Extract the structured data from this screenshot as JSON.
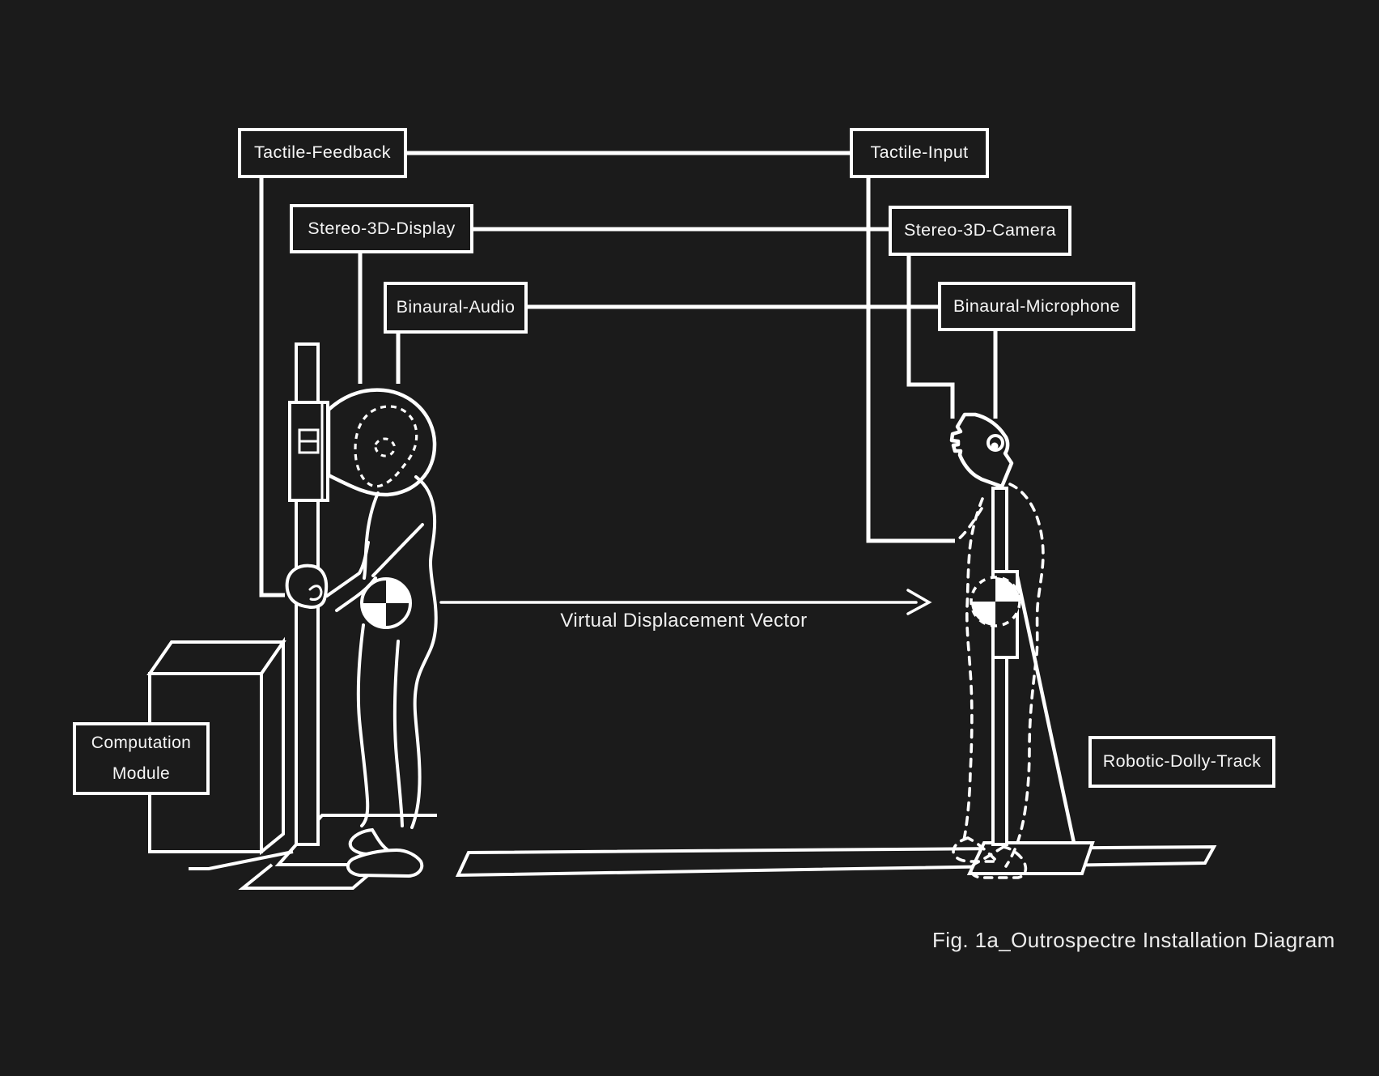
{
  "figure": {
    "caption": "Fig. 1a_Outrospectre Installation Diagram",
    "arrow_label": "Virtual Displacement Vector"
  },
  "labels": {
    "tactile_feedback": "Tactile-Feedback",
    "stereo_3d_display": "Stereo-3D-Display",
    "binaural_audio": "Binaural-Audio",
    "tactile_input": "Tactile-Input",
    "stereo_3d_camera": "Stereo-3D-Camera",
    "binaural_microphone": "Binaural-Microphone",
    "computation_module_line1": "Computation",
    "computation_module_line2": "Module",
    "robotic_dolly_track": "Robotic-Dolly-Track"
  },
  "colors": {
    "background": "#1b1b1b",
    "line": "#ffffff",
    "text": "#f5f5f5"
  }
}
